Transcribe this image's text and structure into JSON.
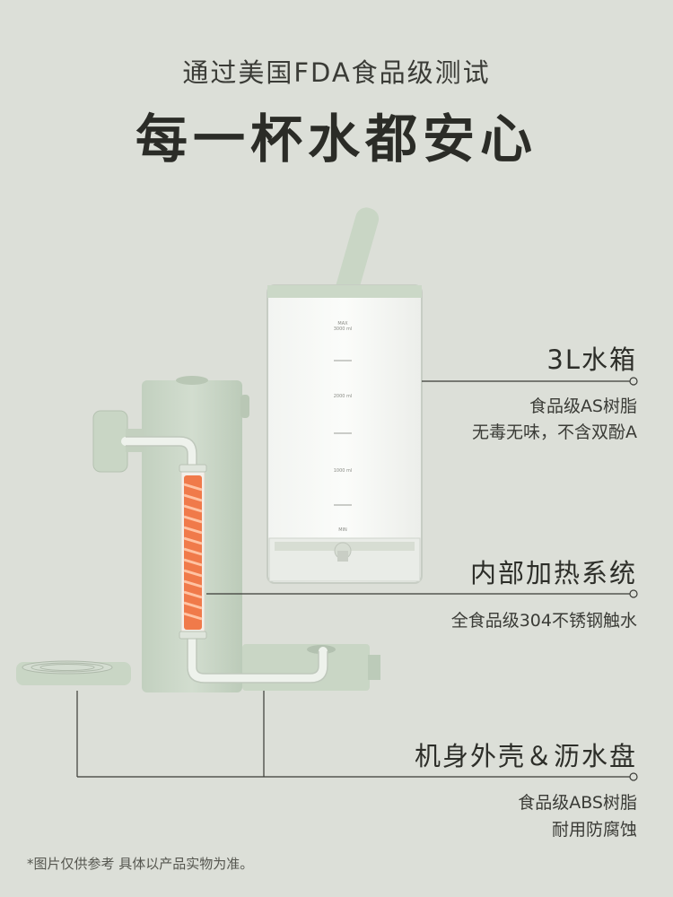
{
  "header": {
    "subtitle": "通过美国FDA食品级测试",
    "title": "每一杯水都安心"
  },
  "tank": {
    "scale_max": "MAX",
    "scale_3000": "3000 ml",
    "scale_2000": "2000 ml",
    "scale_1000": "1000 ml",
    "scale_min": "MIN"
  },
  "features": [
    {
      "title": "3L水箱",
      "lines": [
        "食品级AS树脂",
        "无毒无味，不含双酚A"
      ]
    },
    {
      "title": "内部加热系统",
      "lines": [
        "全食品级304不锈钢触水"
      ]
    },
    {
      "title": "机身外壳＆沥水盘",
      "lines": [
        "食品级ABS树脂",
        "耐用防腐蚀"
      ]
    }
  ],
  "footnote": "*图片仅供参考 具体以产品实物为准。",
  "colors": {
    "background": "#dcdfd8",
    "body": "#c9d6c5",
    "heater": "#f07a4a",
    "line": "#3a3b36"
  }
}
